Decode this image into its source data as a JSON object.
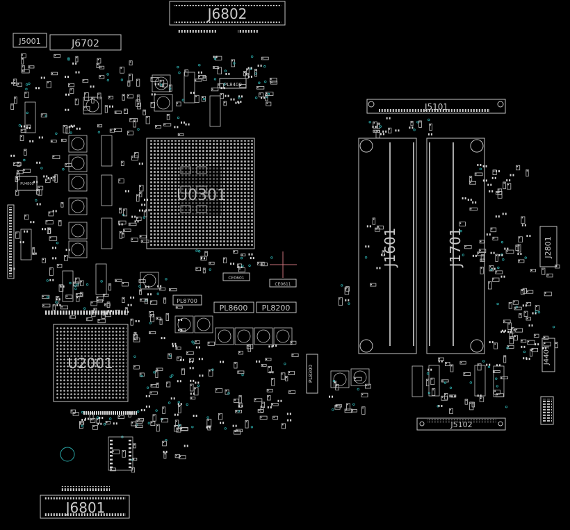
{
  "board": {
    "background": "#000000",
    "outline_color": "#c4c4c4",
    "pad_color": "#d6d6d6",
    "via_color": "#2aa6a6",
    "cursor_color": "#c8717a",
    "labels": {
      "J6802": "J6802",
      "J5001": "J5001",
      "J6702": "J6702",
      "PL8400": "PL8400",
      "J5101": "J5101",
      "U0301": "U0301",
      "J1601": "J1601",
      "J1701": "J1701",
      "J2801": "J2801",
      "PU4800": "PU4800",
      "PL8700": "PL8700",
      "PL8600": "PL8600",
      "PL8200": "PL8200",
      "U2001": "U2001",
      "PL8300": "PL8300",
      "J4401": "J4401",
      "J5102": "J5102",
      "J6801": "J6801",
      "CE0601": "CE0601",
      "CE0611": "CE0611"
    }
  }
}
